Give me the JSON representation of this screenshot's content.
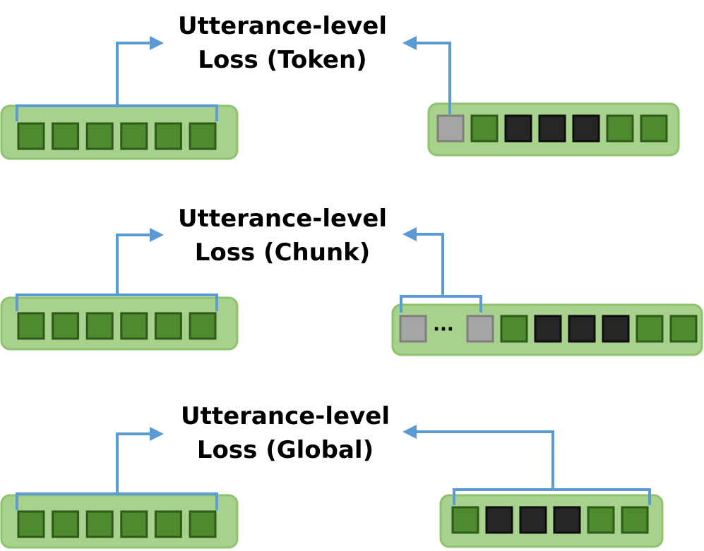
{
  "colors": {
    "track_fill": "#a9d18e",
    "track_border": "#8cc36b",
    "green_token": "#4e8a2e",
    "green_border": "#2f5a1a",
    "black_token": "#262626",
    "black_border": "#0d0d0d",
    "gray_token": "#a6a6a6",
    "gray_border": "#7f7f7f",
    "connector": "#5b9bd5"
  },
  "icons": [
    "right-arrow-icon",
    "left-arrow-icon",
    "bracket"
  ],
  "panels": [
    {
      "title_line1": "Utterance-level",
      "title_line2": "Loss (Token)",
      "left_tokens": [
        "green",
        "green",
        "green",
        "green",
        "green",
        "green"
      ],
      "right_tokens": [
        "gray",
        "green",
        "black",
        "black",
        "black",
        "green",
        "green"
      ],
      "right_bracket": "first-token"
    },
    {
      "title_line1": "Utterance-level",
      "title_line2": "Loss (Chunk)",
      "left_tokens": [
        "green",
        "green",
        "green",
        "green",
        "green",
        "green"
      ],
      "right_tokens": [
        "gray",
        "ellipsis",
        "gray",
        "green",
        "black",
        "black",
        "black",
        "green",
        "green"
      ],
      "ellipsis_text": "···",
      "right_bracket": "chunk"
    },
    {
      "title_line1": "Utterance-level",
      "title_line2": "Loss (Global)",
      "left_tokens": [
        "green",
        "green",
        "green",
        "green",
        "green",
        "green"
      ],
      "right_tokens": [
        "green",
        "black",
        "black",
        "black",
        "green",
        "green"
      ],
      "right_bracket": "all-tokens"
    }
  ]
}
